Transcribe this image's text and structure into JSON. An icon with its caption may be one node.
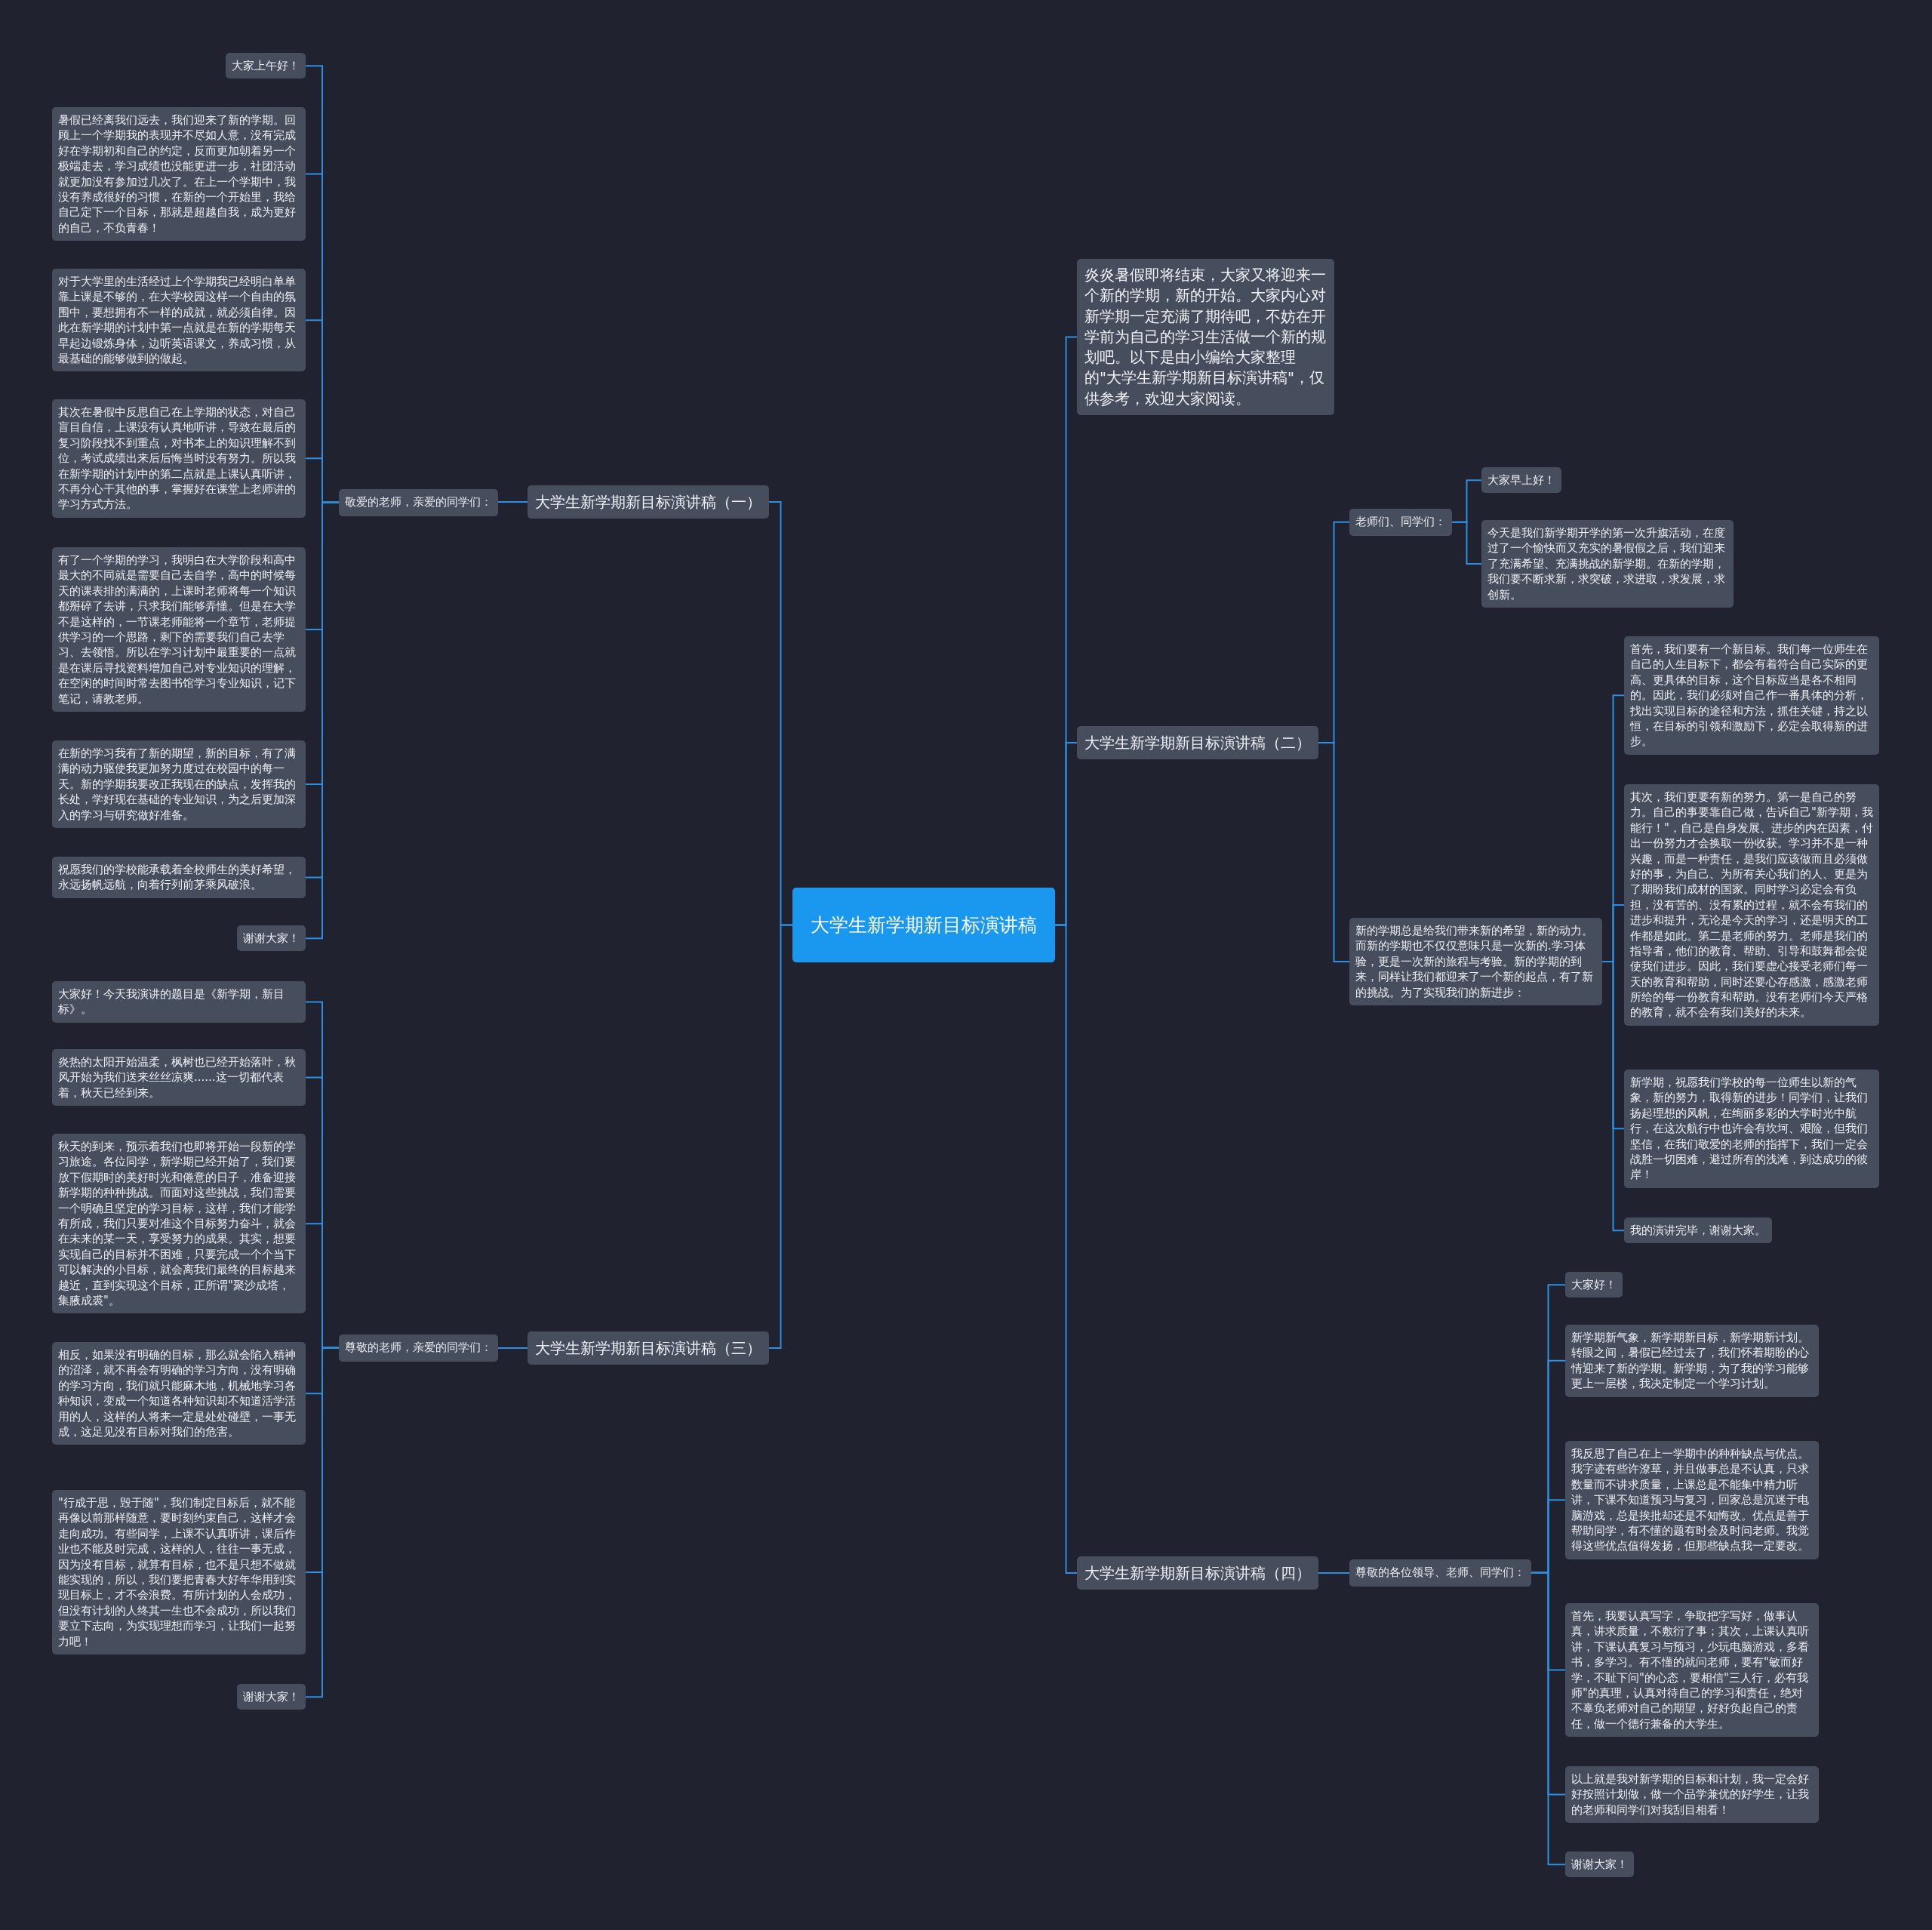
{
  "diagram": {
    "nodes": [
      {
        "text": [
          "大学生新学期新目标演讲稿"
        ]
      },
      {
        "text": [
          "大学生新学期新目标演讲稿（一）"
        ]
      },
      {
        "text": [
          "敬爱的老师，亲爱的同学们："
        ]
      },
      {
        "text": [
          "大家上午好！"
        ]
      },
      {
        "text": [
          "暑假已经离我们远去，我们迎来了新的学期。回顾上一个学期我的表现并不尽如人意，没有完成好在学期初和自己的约定，反而更加朝着另一个极端走去，学习成绩也没能更进一步，社团活动就更加没有参加过几次了。在上一个学期中，我没有养成很好的习惯，在新的一个开始里，我给自己定下一个目标，那就是超越自我，成为更好的自己，不负青春！"
        ]
      },
      {
        "text": [
          "对于大学里的生活经过上个学期我已经明白单单靠上课是不够的，在大学校园这样一个自由的氛围中，要想拥有不一样的成就，就必须自律。因此在新学期的计划中第一点就是在新的学期每天早起边锻炼身体，边听英语课文，养成习惯，从最基础的能够做到的做起。"
        ]
      },
      {
        "text": [
          "其次在暑假中反思自己在上学期的状态，对自己盲目自信，上课没有认真地听讲，导致在最后的复习阶段找不到重点，对书本上的知识理解不到位，考试成绩出来后后悔当时没有努力。所以我在新学期的计划中的第二点就是上课认真听讲，不再分心干其他的事，掌握好在课堂上老师讲的学习方式方法。"
        ]
      },
      {
        "text": [
          "有了一个学期的学习，我明白在大学阶段和高中最大的不同就是需要自己去自学，高中的时候每天的课表排的满满的，上课时老师将每一个知识都掰碎了去讲，只求我们能够弄懂。但是在大学不是这样的，一节课老师能将一个章节，老师提供学习的一个思路，剩下的需要我们自己去学习、去领悟。所以在学习计划中最重要的一点就是在课后寻找资料增加自己对专业知识的理解，在空闲的时间时常去图书馆学习专业知识，记下笔记，请教老师。"
        ]
      },
      {
        "text": [
          "在新的学习我有了新的期望，新的目标，有了满满的动力驱使我更加努力度过在校园中的每一天。新的学期我要改正我现在的缺点，发挥我的长处，学好现在基础的专业知识，为之后更加深入的学习与研究做好准备。"
        ]
      },
      {
        "text": [
          "祝愿我们的学校能承载着全校师生的美好希望，永远扬帆远航，向着行列前茅乘风破浪。"
        ]
      },
      {
        "text": [
          "谢谢大家！"
        ]
      },
      {
        "text": [
          "大学生新学期新目标演讲稿（三）"
        ]
      },
      {
        "text": [
          "尊敬的老师，亲爱的同学们："
        ]
      },
      {
        "text": [
          "大家好！今天我演讲的题目是《新学期，新目标》。"
        ]
      },
      {
        "text": [
          "炎热的太阳开始温柔，枫树也已经开始落叶，秋风开始为我们送来丝丝凉爽......这一切都代表着，秋天已经到来。"
        ]
      },
      {
        "text": [
          "秋天的到来，预示着我们也即将开始一段新的学习旅途。各位同学，新学期已经开始了，我们要放下假期时的美好时光和倦意的日子，准备迎接新学期的种种挑战。而面对这些挑战，我们需要一个明确且坚定的学习目标，这样，我们才能学有所成，我们只要对准这个目标努力奋斗，就会在未来的某一天，享受努力的成果。其实，想要实现自己的目标并不困难，只要完成一个个当下可以解决的小目标，就会离我们最终的目标越来越近，直到实现这个目标，正所谓\"聚沙成塔，集腋成裘\"。"
        ]
      },
      {
        "text": [
          "相反，如果没有明确的目标，那么就会陷入精神的沼泽，就不再会有明确的学习方向，没有明确的学习方向，我们就只能麻木地，机械地学习各种知识，变成一个知道各种知识却不知道活学活用的人，这样的人将来一定是处处碰壁，一事无成，这足见没有目标对我们的危害。"
        ]
      },
      {
        "text": [
          "\"行成于思，毁于随\"，我们制定目标后，就不能再像以前那样随意，要时刻约束自己，这样才会走向成功。有些同学，上课不认真听讲，课后作业也不能及时完成，这样的人，往往一事无成，因为没有目标，就算有目标，也不是只想不做就能实现的，所以，我们要把青春大好年华用到实现目标上，才不会浪费。有所计划的人会成功，但没有计划的人终其一生也不会成功，所以我们要立下志向，为实现理想而学习，让我们一起努力吧！"
        ]
      },
      {
        "text": [
          "谢谢大家！"
        ]
      },
      {
        "text": [
          "炎炎暑假即将结束，大家又将迎来一个新的学期，新的开始。大家内心对新学期一定充满了期待吧，不妨在开学前为自己的学习生活做一个新的规划吧。以下是由小编给大家整理的\"大学生新学期新目标演讲稿\"，仅供参考，欢迎大家阅读。"
        ]
      },
      {
        "text": [
          "大学生新学期新目标演讲稿（二）"
        ]
      },
      {
        "text": [
          "老师们、同学们："
        ]
      },
      {
        "text": [
          "大家早上好！"
        ]
      },
      {
        "text": [
          "今天是我们新学期开学的第一次升旗活动，在度过了一个愉快而又充实的暑假假之后，我们迎来了充满希望、充满挑战的新学期。在新的学期，我们要不断求新，求突破，求进取，求发展，求创新。"
        ]
      },
      {
        "text": [
          "新的学期总是给我们带来新的希望，新的动力。而新的学期也不仅仅意味只是一次新的.学习体验，更是一次新的旅程与考验。新的学期的到来，同样让我们都迎来了一个新的起点，有了新的挑战。为了实现我们的新进步："
        ]
      },
      {
        "text": [
          "首先，我们要有一个新目标。我们每一位师生在自己的人生目标下，都会有着符合自己实际的更高、更具体的目标，这个目标应当是各不相同的。因此，我们必须对自己作一番具体的分析，找出实现目标的途径和方法，抓住关键，持之以恒，在目标的引领和激励下，必定会取得新的进步。"
        ]
      },
      {
        "text": [
          "其次，我们更要有新的努力。第一是自己的努力。自己的事要靠自己做，告诉自己\"新学期，我能行！\"，自己是自身发展、进步的内在因素，付出一份努力才会换取一份收获。学习并不是一种兴趣，而是一种责任，是我们应该做而且必须做好的事，为自己、为所有关心我们的人、更是为了期盼我们成材的国家。同时学习必定会有负担，没有苦的、没有累的过程，就不会有我们的进步和提升，无论是今天的学习，还是明天的工作都是如此。第二是老师的努力。老师是我们的指导者，他们的教育、帮助、引导和鼓舞都会促使我们进步。因此，我们要虚心接受老师们每一天的教育和帮助，同时还要心存感激，感激老师所给的每一份教育和帮助。没有老师们今天严格的教育，就不会有我们美好的未来。"
        ]
      },
      {
        "text": [
          "新学期，祝愿我们学校的每一位师生以新的气象，新的努力，取得新的进步！同学们，让我们扬起理想的风帆，在绚丽多彩的大学时光中航行，在这次航行中也许会有坎坷、艰险，但我们坚信，在我们敬爱的老师的指挥下，我们一定会战胜一切困难，避过所有的浅滩，到达成功的彼岸！"
        ]
      },
      {
        "text": [
          "我的演讲完毕，谢谢大家。"
        ]
      },
      {
        "text": [
          "大学生新学期新目标演讲稿（四）"
        ]
      },
      {
        "text": [
          "尊敬的各位领导、老师、同学们："
        ]
      },
      {
        "text": [
          "大家好！"
        ]
      },
      {
        "text": [
          "新学期新气象，新学期新目标，新学期新计划。转眼之间，暑假已经过去了，我们怀着期盼的心情迎来了新的学期。新学期，为了我的学习能够更上一层楼，我决定制定一个学习计划。"
        ]
      },
      {
        "text": [
          "我反思了自己在上一学期中的种种缺点与优点。我字迹有些许潦草，并且做事总是不认真，只求数量而不讲求质量，上课总是不能集中精力听讲，下课不知道预习与复习，回家总是沉迷于电脑游戏，总是挨批却还是不知悔改。优点是善于帮助同学，有不懂的题有时会及时问老师。我觉得这些优点值得发扬，但那些缺点我一定要改。"
        ]
      },
      {
        "text": [
          "首先，我要认真写字，争取把字写好，做事认真，讲求质量，不敷衍了事；其次，上课认真听讲，下课认真复习与预习，少玩电脑游戏，多看书，多学习。有不懂的就问老师，要有\"敏而好学，不耻下问\"的心态，要相信\"三人行，必有我师\"的真理，认真对待自己的学习和责任，绝对不辜负老师对自己的期望，好好负起自己的责任，做一个德行兼备的大学生。"
        ]
      },
      {
        "text": [
          "以上就是我对新学期的目标和计划，我一定会好好按照计划做，做一个品学兼优的好学生，让我的老师和同学们对我刮目相看！"
        ]
      },
      {
        "text": [
          "谢谢大家！"
        ]
      }
    ],
    "edges": [
      {
        "from": 0,
        "to": 1,
        "arrow": "none"
      },
      {
        "from": 1,
        "to": 2,
        "arrow": "none"
      },
      {
        "from": 2,
        "to": 3,
        "arrow": "none"
      },
      {
        "from": 2,
        "to": 4,
        "arrow": "none"
      },
      {
        "from": 2,
        "to": 5,
        "arrow": "none"
      },
      {
        "from": 2,
        "to": 6,
        "arrow": "none"
      },
      {
        "from": 2,
        "to": 7,
        "arrow": "none"
      },
      {
        "from": 2,
        "to": 8,
        "arrow": "none"
      },
      {
        "from": 2,
        "to": 9,
        "arrow": "none"
      },
      {
        "from": 2,
        "to": 10,
        "arrow": "none"
      },
      {
        "from": 0,
        "to": 11,
        "arrow": "none"
      },
      {
        "from": 11,
        "to": 12,
        "arrow": "none"
      },
      {
        "from": 12,
        "to": 13,
        "arrow": "none"
      },
      {
        "from": 12,
        "to": 14,
        "arrow": "none"
      },
      {
        "from": 12,
        "to": 15,
        "arrow": "none"
      },
      {
        "from": 12,
        "to": 16,
        "arrow": "none"
      },
      {
        "from": 12,
        "to": 17,
        "arrow": "none"
      },
      {
        "from": 12,
        "to": 18,
        "arrow": "none"
      },
      {
        "from": 0,
        "to": 19,
        "arrow": "none"
      },
      {
        "from": 0,
        "to": 20,
        "arrow": "none"
      },
      {
        "from": 20,
        "to": 21,
        "arrow": "none"
      },
      {
        "from": 21,
        "to": 22,
        "arrow": "none"
      },
      {
        "from": 21,
        "to": 23,
        "arrow": "none"
      },
      {
        "from": 20,
        "to": 24,
        "arrow": "none"
      },
      {
        "from": 24,
        "to": 25,
        "arrow": "none"
      },
      {
        "from": 24,
        "to": 26,
        "arrow": "none"
      },
      {
        "from": 24,
        "to": 27,
        "arrow": "none"
      },
      {
        "from": 24,
        "to": 28,
        "arrow": "none"
      },
      {
        "from": 0,
        "to": 29,
        "arrow": "none"
      },
      {
        "from": 29,
        "to": 30,
        "arrow": "none"
      },
      {
        "from": 30,
        "to": 31,
        "arrow": "none"
      },
      {
        "from": 30,
        "to": 32,
        "arrow": "none"
      },
      {
        "from": 30,
        "to": 33,
        "arrow": "none"
      },
      {
        "from": 30,
        "to": 34,
        "arrow": "none"
      },
      {
        "from": 30,
        "to": 35,
        "arrow": "none"
      },
      {
        "from": 30,
        "to": 36,
        "arrow": "none"
      }
    ]
  }
}
